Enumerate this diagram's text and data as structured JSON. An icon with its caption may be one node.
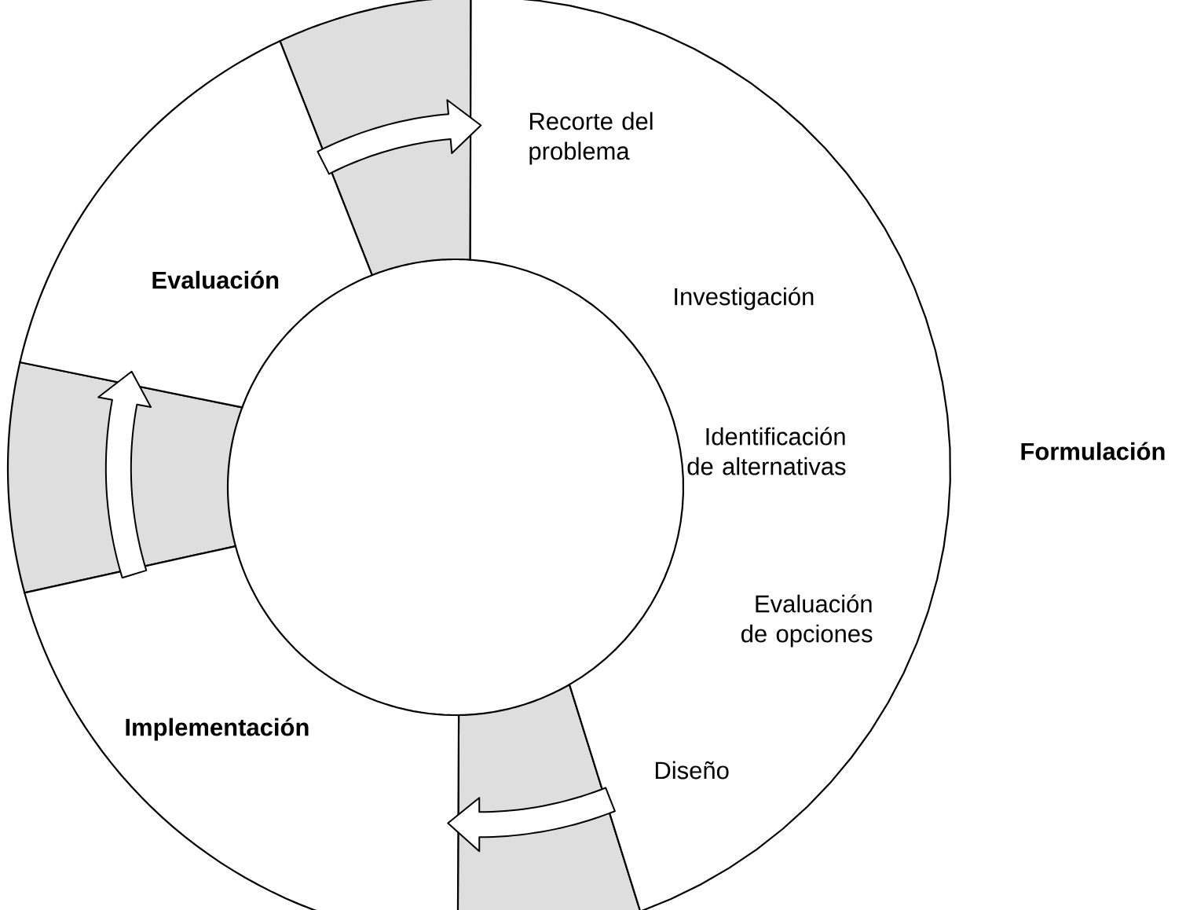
{
  "diagram": {
    "nodes": [
      {
        "text": [
          "Formulación",
          "Recorte del problema",
          "Investigación",
          "Identificación de alternativas",
          "Evaluación de opciones",
          "Diseño"
        ]
      },
      {
        "text": [
          "Implementación"
        ]
      },
      {
        "text": [
          "Evaluación"
        ]
      }
    ],
    "edges": [
      {
        "from": 0,
        "to": 1,
        "arrow": "to"
      },
      {
        "from": 1,
        "to": 2,
        "arrow": "to"
      },
      {
        "from": 2,
        "to": 0,
        "arrow": "to"
      }
    ]
  }
}
